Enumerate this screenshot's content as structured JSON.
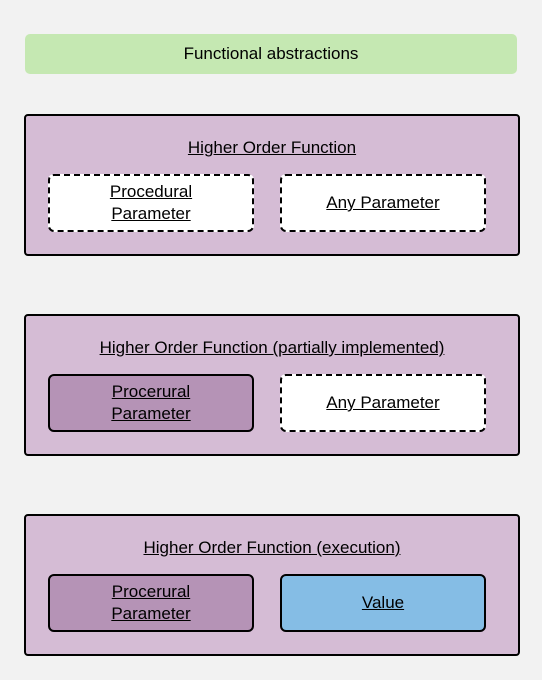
{
  "header": {
    "title": "Functional abstractions",
    "color": "#c5e8b2"
  },
  "colors": {
    "panel": "#d5bcd5",
    "procedural_filled": "#b593b6",
    "value_filled": "#85bde5",
    "placeholder": "#ffffff"
  },
  "panels": [
    {
      "title": "Higher Order Function",
      "left_box": {
        "line1": "Procedural",
        "line2": "Parameter",
        "style": "dashed"
      },
      "right_box": {
        "label": "Any Parameter",
        "style": "dashed"
      }
    },
    {
      "title": "Higher Order Function (partially implemented)",
      "left_box": {
        "line1": "Procerural",
        "line2": "Parameter",
        "style": "solid"
      },
      "right_box": {
        "label": "Any Parameter",
        "style": "dashed"
      }
    },
    {
      "title": "Higher Order Function (execution)",
      "left_box": {
        "line1": "Procerural",
        "line2": "Parameter",
        "style": "solid"
      },
      "right_box": {
        "label": "Value",
        "style": "solid"
      }
    }
  ]
}
